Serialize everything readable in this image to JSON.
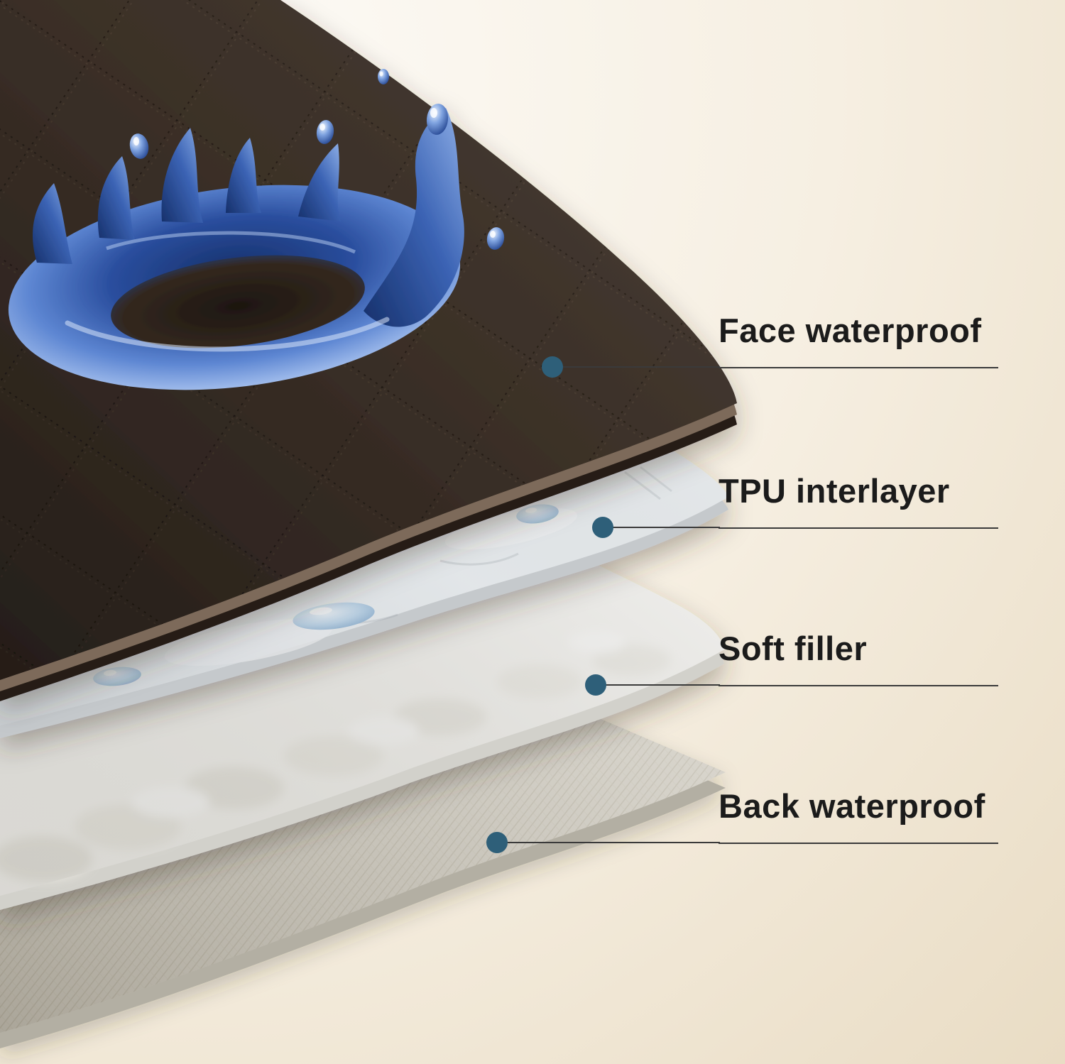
{
  "diagram": {
    "type": "product-layer-diagram",
    "callouts": [
      {
        "id": "face-waterproof",
        "label": "Face waterproof"
      },
      {
        "id": "tpu-interlayer",
        "label": "TPU interlayer"
      },
      {
        "id": "soft-filler",
        "label": "Soft filler"
      },
      {
        "id": "back-waterproof",
        "label": "Back waterproof"
      }
    ],
    "colors": {
      "background_light": "#fdfbf7",
      "background_cream": "#e9dcc4",
      "label_text": "#1b1b1b",
      "callout_line": "#3a3a3a",
      "callout_dot": "#2e5f79",
      "face_layer_brown": "#3f332a",
      "tpu_layer_white": "#eef1f3",
      "soft_filler_white": "#f8f7f4",
      "back_layer_gray": "#d9d5ca",
      "water_blue": "#2a4e9e"
    }
  }
}
